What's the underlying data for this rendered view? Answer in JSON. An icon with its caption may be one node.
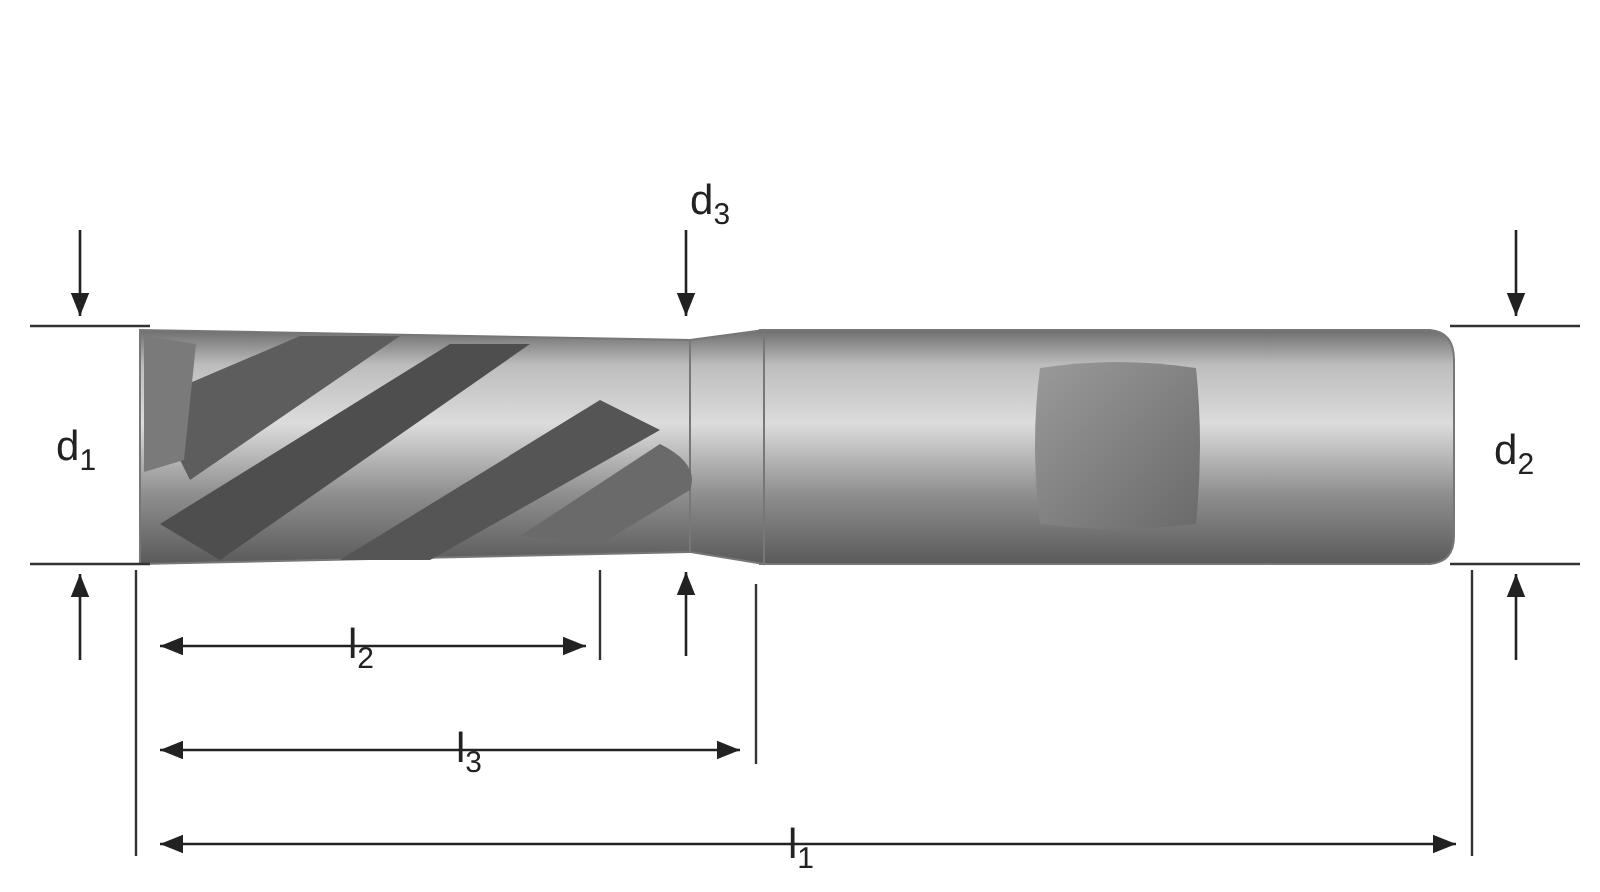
{
  "diagram": {
    "labels": [
      "d$_{3}$",
      "d$_{1}$",
      "d$_{2}$",
      "l$_{2}$",
      "l$_{3}$",
      "l$_{1}$"
    ]
  }
}
